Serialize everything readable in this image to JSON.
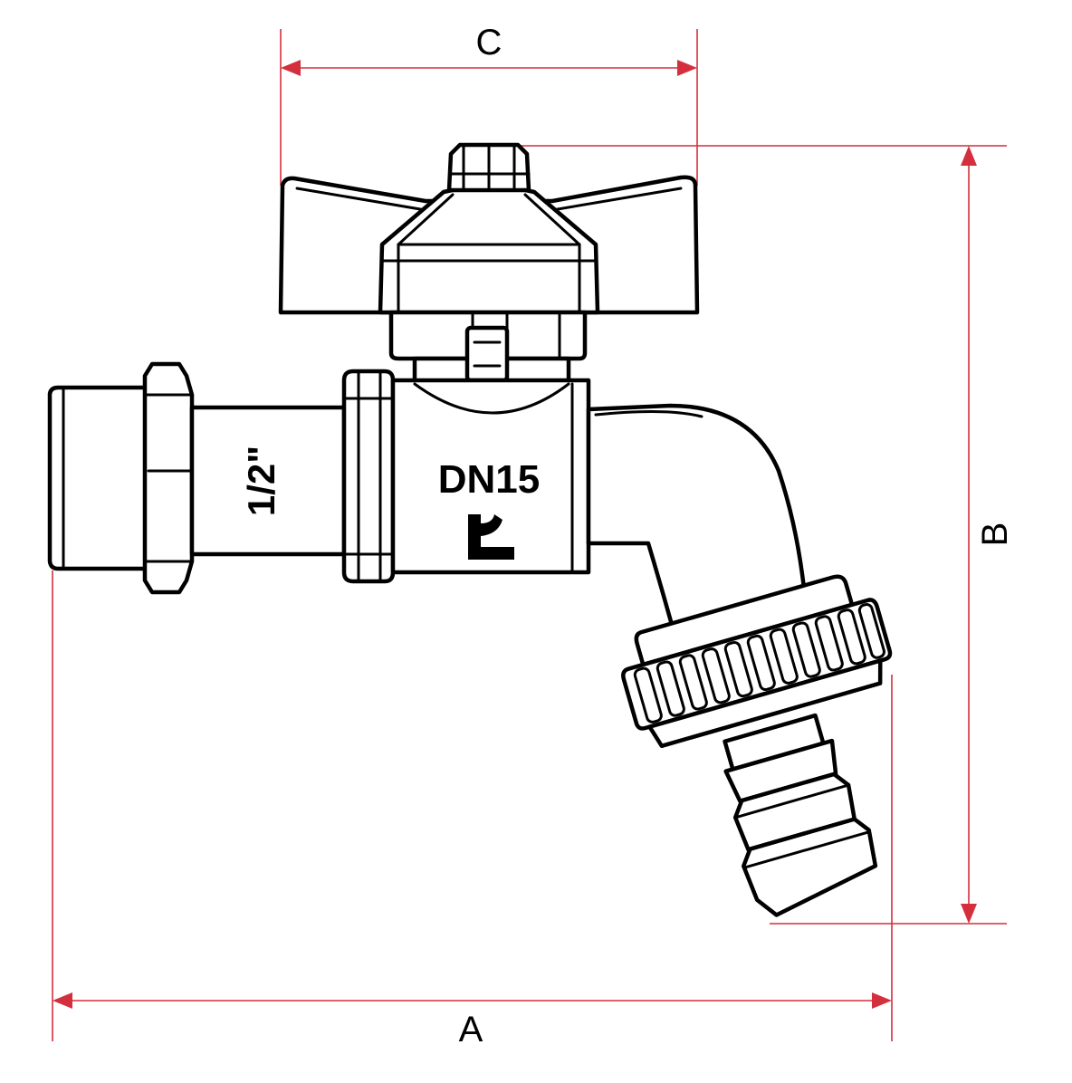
{
  "diagram": {
    "dimensions": {
      "overall_length": "A",
      "overall_height": "B",
      "handle_width": "C"
    },
    "markings": {
      "thread_size": "1/2\"",
      "nominal_diameter": "DN15"
    },
    "colors": {
      "dimension_lines": "#d32f3c",
      "outline": "#000000",
      "background": "#ffffff"
    },
    "icons": {
      "manufacturer_mark": "elbow-logo-icon"
    }
  }
}
